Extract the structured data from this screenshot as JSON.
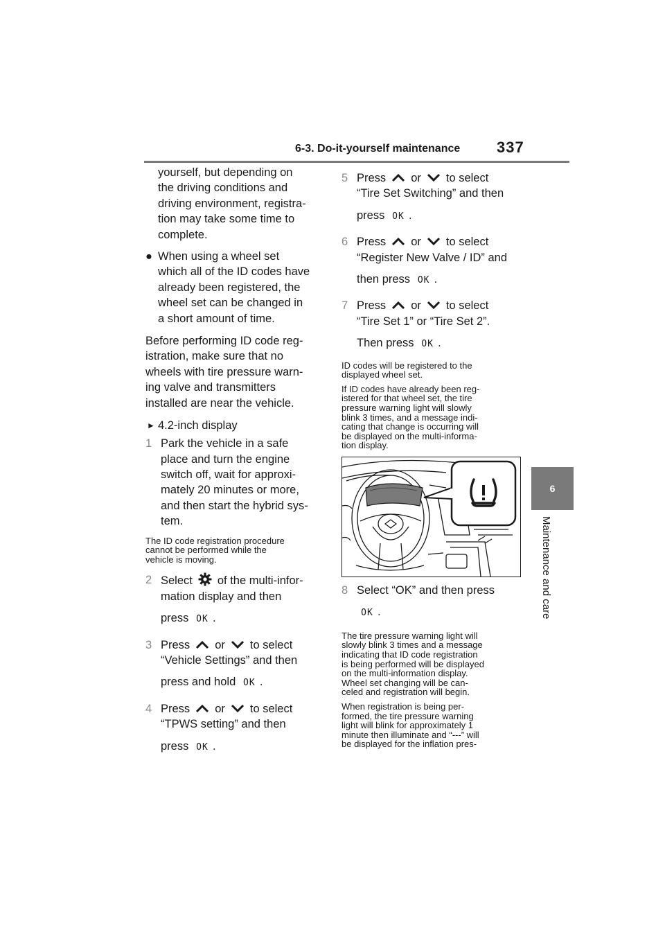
{
  "header": {
    "section_title": "6-3. Do-it-yourself maintenance",
    "page_number": "337"
  },
  "side_tab": {
    "number": "6",
    "label": "Maintenance and care"
  },
  "left": {
    "intro": [
      "yourself, but depending on",
      "the driving conditions and",
      "driving environment, registra-",
      "tion may take some time to",
      "complete."
    ],
    "bullet_mark": "●",
    "bullet": [
      "When using a wheel set",
      "which all of the ID codes have",
      "already been registered, the",
      "wheel set can be changed in",
      "a short amount of time."
    ],
    "lead": [
      "Before performing ID code reg-",
      "istration, make sure that no",
      "wheels with tire pressure warn-",
      "ing valve and transmitters",
      "installed are near the vehicle."
    ],
    "subhead_mark": "►",
    "subhead": "4.2-inch display",
    "step1": {
      "num": "1",
      "lines": [
        "Park the vehicle in a safe",
        "place and turn the engine",
        "switch off, wait for approxi-",
        "mately 20 minutes or more,",
        "and then start the hybrid sys-",
        "tem."
      ]
    },
    "note1": [
      "The ID code registration procedure",
      "cannot be performed while the",
      "vehicle is moving."
    ],
    "step2": {
      "num": "2",
      "pre": "Select",
      "post": "of the multi-infor-",
      "line2": "mation display and then",
      "press": "press",
      "end": "."
    },
    "step3": {
      "num": "3",
      "pre": "Press",
      "or": "or",
      "post": "to select",
      "line2": "“Vehicle Settings” and then",
      "press": "press and hold",
      "end": "."
    },
    "step4": {
      "num": "4",
      "pre": "Press",
      "or": "or",
      "post": "to select",
      "line2": "“TPWS setting” and then",
      "press": "press",
      "end": "."
    }
  },
  "right": {
    "step5": {
      "num": "5",
      "pre": "Press",
      "or": "or",
      "post": "to select",
      "line2": "“Tire Set Switching” and then",
      "press": "press",
      "end": "."
    },
    "step6": {
      "num": "6",
      "pre": "Press",
      "or": "or",
      "post": "to select",
      "line2": "“Register New Valve / ID” and",
      "press": "then press",
      "end": "."
    },
    "step7": {
      "num": "7",
      "pre": "Press",
      "or": "or",
      "post": "to select",
      "line2": "“Tire Set 1” or “Tire Set 2”.",
      "press": "Then press",
      "end": "."
    },
    "note2": [
      "ID codes will be registered to the",
      "displayed wheel set."
    ],
    "note3": [
      "If ID codes have already been reg-",
      "istered for that wheel set, the tire",
      "pressure warning light will slowly",
      "blink 3 times, and a message indi-",
      "cating that change is occurring will",
      "be displayed on the multi-informa-",
      "tion display."
    ],
    "step8": {
      "num": "8",
      "line1": "Select “OK” and then press",
      "end": "."
    },
    "note4": [
      "The tire pressure warning light will",
      "slowly blink 3 times and a message",
      "indicating that ID code registration",
      "is being performed will be displayed",
      "on the multi-information display.",
      "Wheel set changing will be can-",
      "celed and registration will begin."
    ],
    "note5": [
      "When registration is being per-",
      "formed, the tire pressure warning",
      "light will blink for approximately 1",
      "minute then illuminate and “---” will",
      "be displayed for the inflation pres-"
    ]
  },
  "ok_label": "OK",
  "icons": {
    "up": "chevron-up-icon",
    "down": "chevron-down-icon",
    "settings": "gear-icon",
    "warning": "tire-pressure-warning-icon"
  }
}
